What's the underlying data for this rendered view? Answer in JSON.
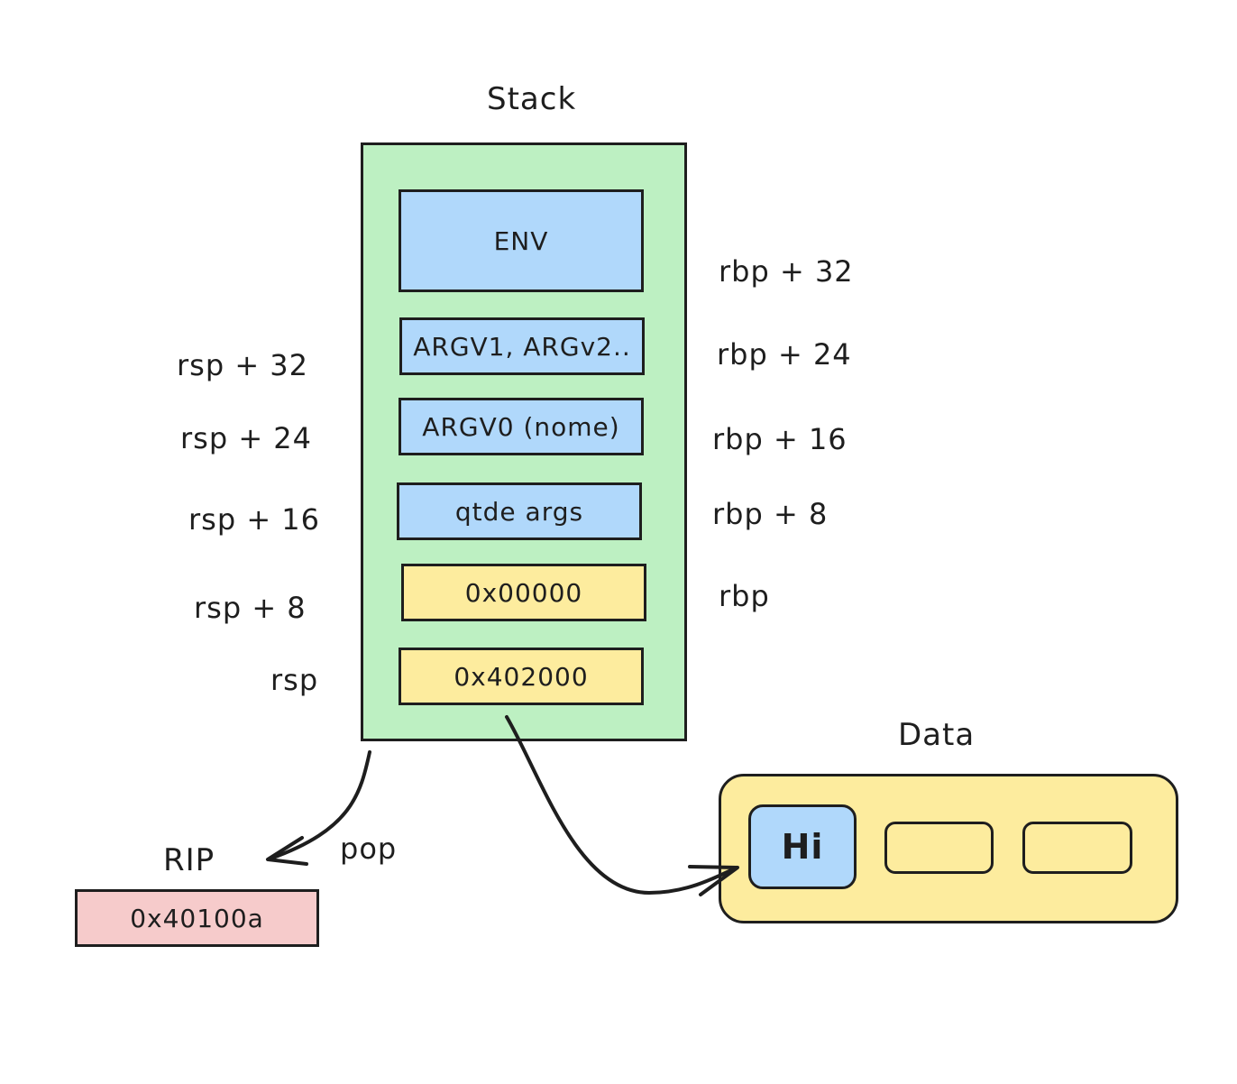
{
  "colors": {
    "stack_bg": "#bdf0c2",
    "cell_blue": "#b0d8fb",
    "cell_yellow": "#fdec9e",
    "rip_bg": "#f6cbcb",
    "data_bg": "#fdec9e",
    "stroke": "#1e1e1e"
  },
  "stack": {
    "title": "Stack",
    "cells": [
      {
        "label": "ENV",
        "color": "blue"
      },
      {
        "label": "ARGV1, ARGv2..",
        "color": "blue"
      },
      {
        "label": "ARGV0 (nome)",
        "color": "blue"
      },
      {
        "label": "qtde args",
        "color": "blue"
      },
      {
        "label": "0x00000",
        "color": "yellow"
      },
      {
        "label": "0x402000",
        "color": "yellow"
      }
    ]
  },
  "rsp_labels": [
    "rsp + 32",
    "rsp + 24",
    "rsp + 16",
    "rsp + 8",
    "rsp"
  ],
  "rbp_labels": [
    "rbp + 32",
    "rbp + 24",
    "rbp + 16",
    "rbp + 8",
    "rbp"
  ],
  "rip": {
    "title": "RIP",
    "value": "0x40100a",
    "arrow_label": "pop"
  },
  "data_section": {
    "title": "Data",
    "cells": [
      {
        "label": "Hi",
        "color": "blue"
      },
      {
        "label": "",
        "color": "yellow"
      },
      {
        "label": "",
        "color": "yellow"
      }
    ]
  }
}
